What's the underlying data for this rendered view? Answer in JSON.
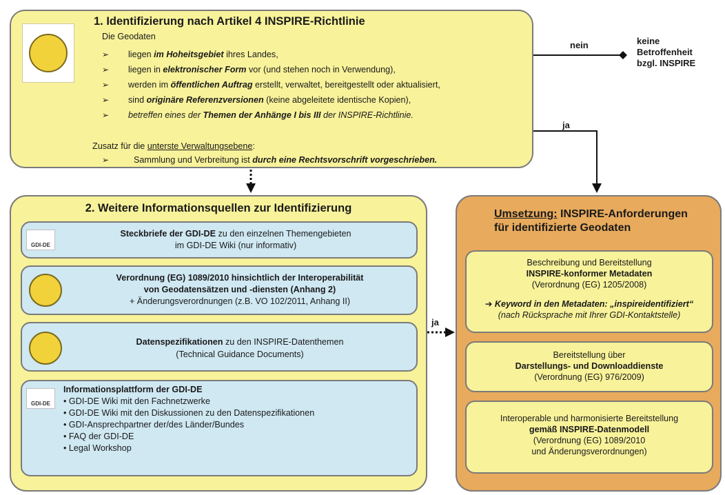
{
  "box1": {
    "title": "1. Identifizierung nach Artikel 4 INSPIRE-Richtlinie",
    "intro": "Die Geodaten",
    "bullets": [
      {
        "pre": "liegen ",
        "em": "im Hoheitsgebiet",
        "post": " ihres Landes,"
      },
      {
        "pre": "liegen in ",
        "em": "elektronischer Form",
        "post": " vor (und stehen noch in Verwendung),"
      },
      {
        "pre": "werden im ",
        "em": "öffentlichen Auftrag",
        "post": " erstellt, verwaltet, bereitgestellt oder aktualisiert,"
      },
      {
        "pre": "sind ",
        "em": "originäre Referenzversionen",
        "post": " (keine abgeleitete identische Kopien),"
      },
      {
        "pre": "betreffen eines der ",
        "em": "Themen der Anhänge I bis III",
        "post": " der INSPIRE-Richtlinie."
      }
    ],
    "zusatz_pre": "Zusatz für die ",
    "zusatz_u": "unterste Verwaltungsebene",
    "zusatz_post": ":",
    "last_pre": "Sammlung und Verbreitung ist ",
    "last_em": "durch eine Rechtsvorschrift vorgeschrieben."
  },
  "bullet_glyph": "➢",
  "nein_label": "nein",
  "keine": [
    "keine",
    "Betroffenheit",
    "bzgl. INSPIRE"
  ],
  "ja_label_top": "ja",
  "ja_label_mid": "ja",
  "box2": {
    "title": "2. Weitere Informationsquellen zur Identifizierung",
    "item1": {
      "bold": "Steckbriefe der GDI-DE",
      "text": " zu den einzelnen Themengebieten",
      "line2": "im GDI-DE Wiki (nur informativ)"
    },
    "item2": {
      "line1": "Verordnung (EG) 1089/2010 hinsichtlich der Interoperabilität",
      "line2": "von Geodatensätzen und -diensten (Anhang 2)",
      "line3": "+ Änderungsverordnungen (z.B. VO 102/2011, Anhang II)"
    },
    "item3": {
      "bold": "Datenspezifikationen",
      "text": " zu den INSPIRE-Datenthemen",
      "line2": "(Technical Guidance Documents)"
    },
    "item4": {
      "title": "Informationsplattform der GDI-DE",
      "bullets": [
        "GDI-DE Wiki mit den Fachnetzwerke",
        "GDI-DE Wiki mit den Diskussionen zu den Datenspezifikationen",
        "GDI-Ansprechpartner der/des Länder/Bundes",
        "FAQ der GDI-DE",
        "Legal Workshop"
      ]
    }
  },
  "gdi_logo_text": "GDI-DE",
  "box3": {
    "title_u": "Umsetzung:",
    "title_rest": " INSPIRE-Anforderungen",
    "title_line2": "für identifizierte Geodaten",
    "sub1": {
      "l1": "Beschreibung und Bereitstellung",
      "l2": "INSPIRE-konformer Metadaten",
      "l3": "(Verordnung (EG) 1205/2008)",
      "l4": "➔ Keyword in den Metadaten: „inspireidentifiziert“",
      "l5": "(nach Rücksprache mit Ihrer GDI-Kontaktstelle)"
    },
    "sub2": {
      "l1": "Bereitstellung über",
      "l2": "Darstellungs- und Downloaddienste",
      "l3": "(Verordnung (EG) 976/2009)"
    },
    "sub3": {
      "l1": "Interoperable und harmonisierte Bereitstellung",
      "l2": "gemäß INSPIRE-Datenmodell",
      "l3": "(Verordnung (EG) 1089/2010",
      "l4": "und Änderungsverordnungen)"
    }
  },
  "colors": {
    "yellow": "#f8f29a",
    "orange": "#e8aa5c",
    "blue": "#cfe8f2",
    "border": "#7a7a7a"
  }
}
